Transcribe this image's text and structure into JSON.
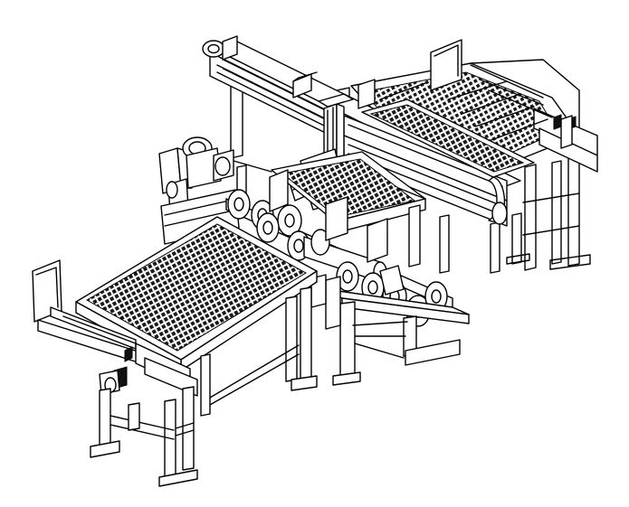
{
  "drawing": {
    "kind": "isometric line drawing",
    "subject": "conveyor-machine-assembly",
    "colors": {
      "line": "#000000",
      "background": "#ffffff",
      "mesh": "#1a1a1a"
    },
    "components": [
      "left-mesh-conveyor",
      "right-mesh-conveyor",
      "back-mesh-conveyor",
      "gantry-beam",
      "gantry-column",
      "motor-unit",
      "roller-assembly",
      "support-frames"
    ]
  }
}
